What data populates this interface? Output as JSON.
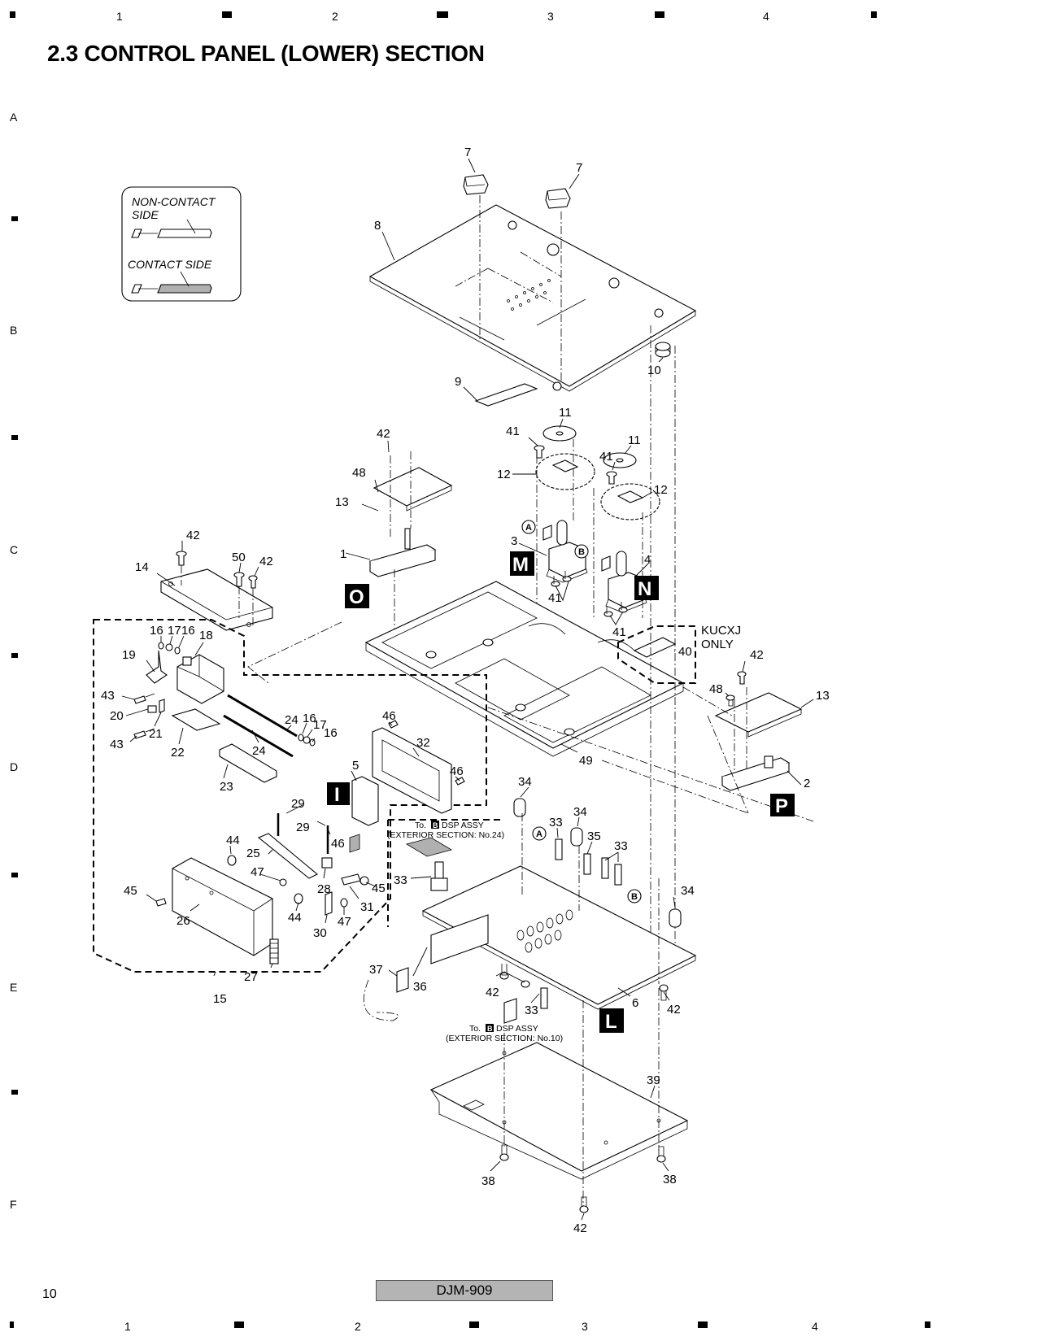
{
  "page": {
    "title": "2.3  CONTROL PANEL (LOWER) SECTION",
    "page_number": "10",
    "model": "DJM-909",
    "column_markers": [
      "1",
      "2",
      "3",
      "4"
    ],
    "row_markers": [
      "A",
      "B",
      "C",
      "D",
      "E",
      "F"
    ]
  },
  "legend": {
    "non_contact_label_line1": "NON-CONTACT",
    "non_contact_label_line2": "SIDE",
    "contact_label": "CONTACT SIDE",
    "contact_fill": "#b0b0b0"
  },
  "notes": {
    "dsp_top_line1": "To.",
    "dsp_top_badge": "B",
    "dsp_top_line1_rest": "DSP ASSY",
    "dsp_top_line2": "(EXTERIOR SECTION: No.24)",
    "dsp_bottom_line1": "To.",
    "dsp_bottom_badge": "B",
    "dsp_bottom_line1_rest": "DSP ASSY",
    "dsp_bottom_line2": "(EXTERIOR SECTION: No.10)",
    "kucxj_line1": "KUCXJ",
    "kucxj_line2": "ONLY"
  },
  "badges": {
    "O": "O",
    "M": "M",
    "N": "N",
    "I": "I",
    "P": "P",
    "L": "L"
  },
  "circle_refs": {
    "A1": "A",
    "B1": "B",
    "A2": "A",
    "B2": "B"
  },
  "part_labels": {
    "p7a": "7",
    "p7b": "7",
    "p8": "8",
    "p9": "9",
    "p10": "10",
    "p11a": "11",
    "p11b": "11",
    "p41a": "41",
    "p41b": "41",
    "p12a": "12",
    "p12b": "12",
    "p42a": "42",
    "p48a": "48",
    "p13a": "13",
    "p1": "1",
    "p3": "3",
    "p4": "4",
    "p41c": "41",
    "p41d": "41",
    "p14": "14",
    "p42b": "42",
    "p50": "50",
    "p42c": "42",
    "p16a": "16",
    "p17a": "17",
    "p16b": "16",
    "p18": "18",
    "p19": "19",
    "p43a": "43",
    "p20": "20",
    "p21": "21",
    "p43b": "43",
    "p22": "22",
    "p24a": "24",
    "p16c": "16",
    "p17b": "17",
    "p16d": "16",
    "p24b": "24",
    "p23": "23",
    "p46a": "46",
    "p32": "32",
    "p46b": "46",
    "p5": "5",
    "p40": "40",
    "p42d": "42",
    "p48b": "48",
    "p13b": "13",
    "p49": "49",
    "p2": "2",
    "p29a": "29",
    "p29b": "29",
    "p46c": "46",
    "p44a": "44",
    "p25": "25",
    "p47a": "47",
    "p28": "28",
    "p45a": "45",
    "p45b": "45",
    "p31": "31",
    "p26": "26",
    "p44b": "44",
    "p30": "30",
    "p47b": "47",
    "p27": "27",
    "p15": "15",
    "p34a": "34",
    "p34b": "34",
    "p33a": "33",
    "p35": "35",
    "p33b": "33",
    "p33c": "33",
    "p34c": "34",
    "p37": "37",
    "p36": "36",
    "p42e": "42",
    "p33d": "33",
    "p6": "6",
    "p42f": "42",
    "p39": "39",
    "p38a": "38",
    "p38b": "38",
    "p42g": "42"
  }
}
